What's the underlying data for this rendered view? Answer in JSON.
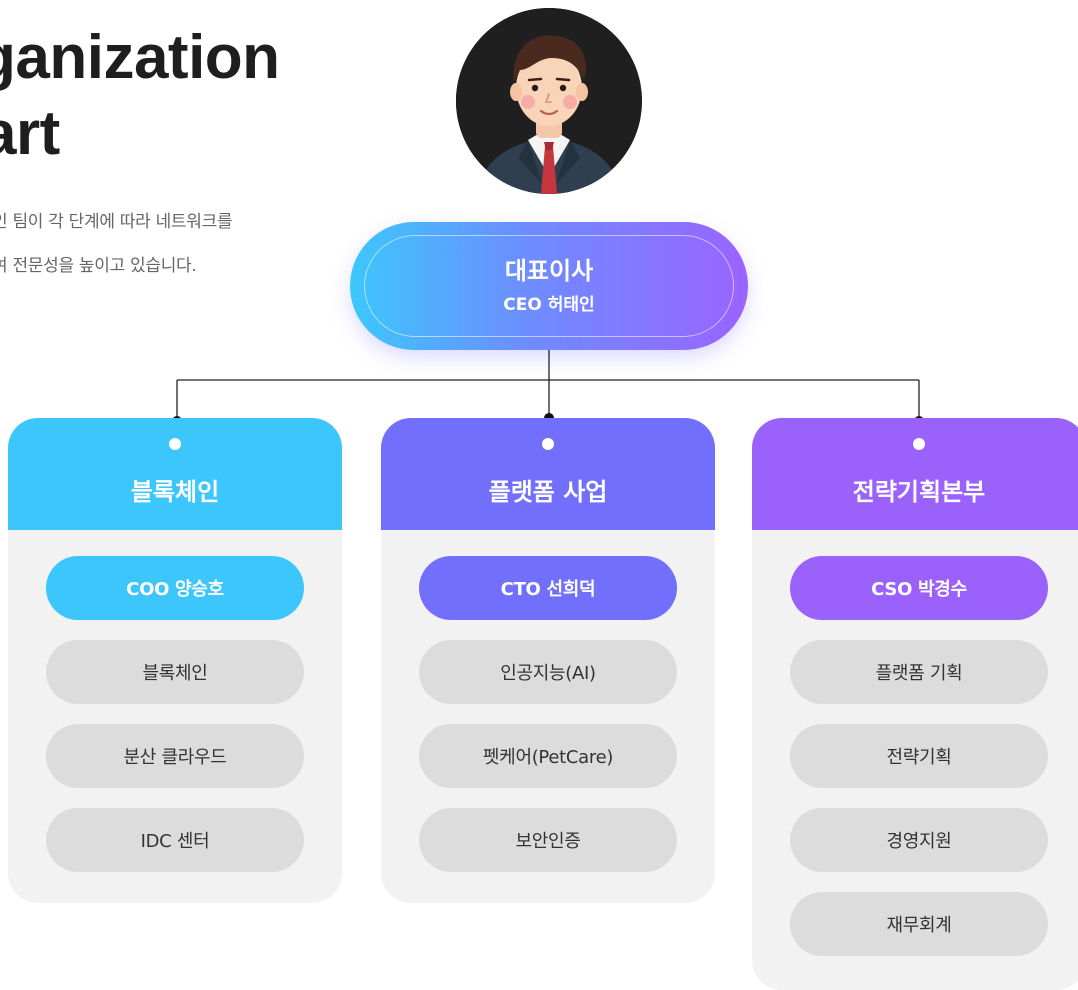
{
  "header": {
    "title_line1": "ganization",
    "title_line2": "art",
    "description_line1": "인 팀이 각 단계에 따라 네트워크를",
    "description_line2": "여 전문성을 높이고 있습니다."
  },
  "ceo": {
    "role": "대표이사",
    "name": "CEO 허태인"
  },
  "departments": [
    {
      "title": "블록체인",
      "lead": "COO 양승호",
      "items": [
        "블록체인",
        "분산 클라우드",
        "IDC 센터"
      ]
    },
    {
      "title": "플랫폼 사업",
      "lead": "CTO 선희덕",
      "items": [
        "인공지능(AI)",
        "펫케어(PetCare)",
        "보안인증"
      ]
    },
    {
      "title": "전략기획본부",
      "lead": "CSO 박경수",
      "items": [
        "플랫폼 기획",
        "전략기획",
        "경영지원",
        "재무회계"
      ]
    }
  ],
  "colors": {
    "blockchain": "#3cc6fc",
    "platform": "#716ffb",
    "strategy": "#9b62fb",
    "ceo_gradient_start": "#3cc7fb",
    "ceo_gradient_end": "#9a63ff",
    "item_bg": "#dcdcdc",
    "card_bg": "#f2f2f2"
  }
}
